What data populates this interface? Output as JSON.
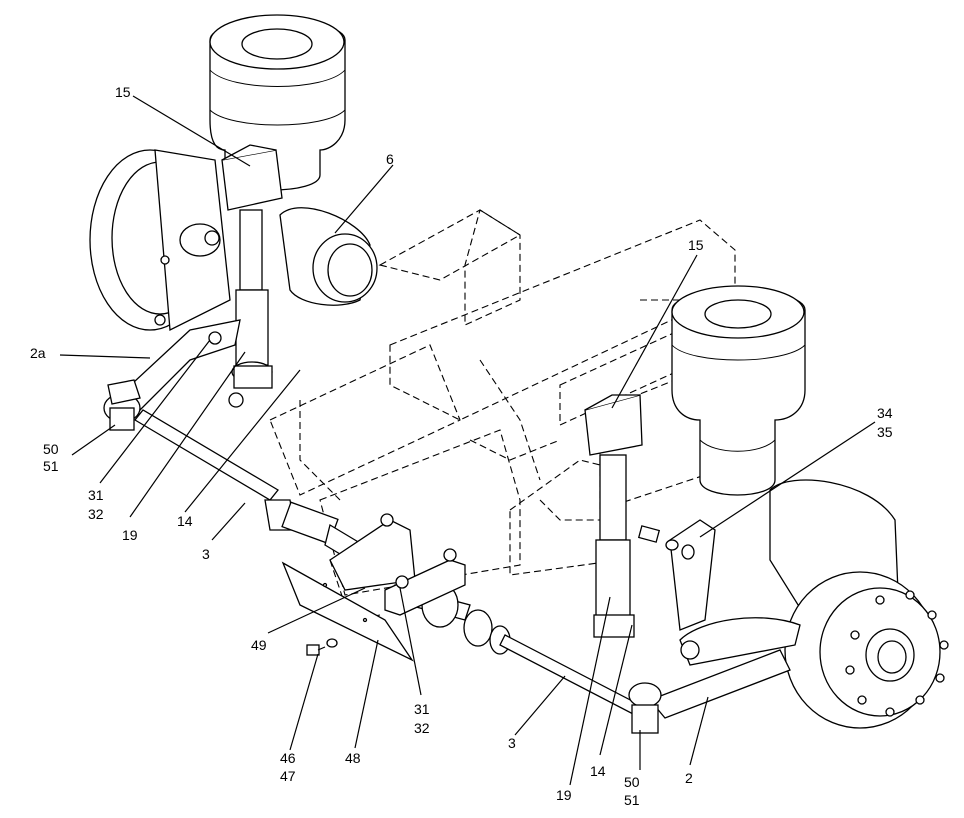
{
  "callouts": {
    "c15a": "15",
    "c6": "6",
    "c15b": "15",
    "c2a": "2a",
    "c34": "34",
    "c35": "35",
    "c50a": "50",
    "c51a": "51",
    "c31a": "31",
    "c32a": "32",
    "c19a": "19",
    "c14a": "14",
    "c3a": "3",
    "c49": "49",
    "c31b": "31",
    "c32b": "32",
    "c3b": "3",
    "c46": "46",
    "c47": "47",
    "c48": "48",
    "c19b": "19",
    "c14b": "14",
    "c50b": "50",
    "c51b": "51",
    "c2": "2"
  }
}
